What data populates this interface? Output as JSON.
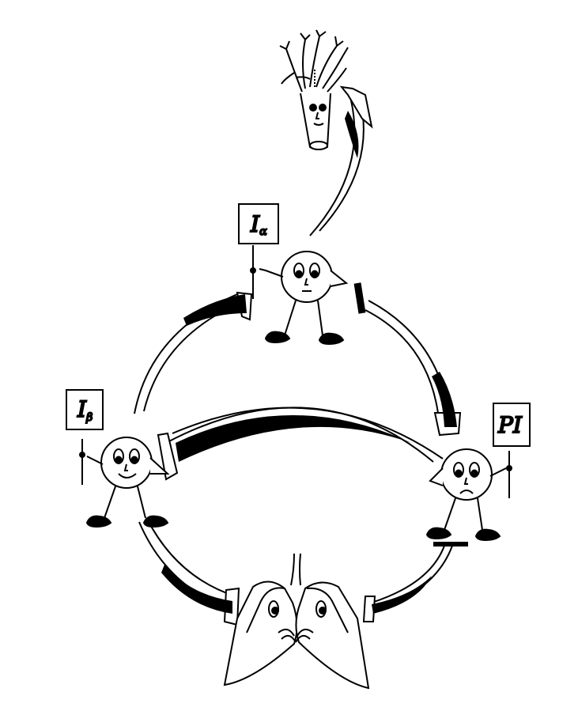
{
  "characters": {
    "i_alpha": {
      "label": "I",
      "subscript": "α",
      "mood": "neutral"
    },
    "i_beta": {
      "label": "I",
      "subscript": "β",
      "mood": "happy"
    },
    "pi": {
      "label": "PI",
      "subscript": "",
      "mood": "sad"
    }
  },
  "colors": {
    "ink": "#000000",
    "paper": "#ffffff"
  },
  "icons": [
    "bronchi-tree-icon",
    "lungs-icon"
  ]
}
